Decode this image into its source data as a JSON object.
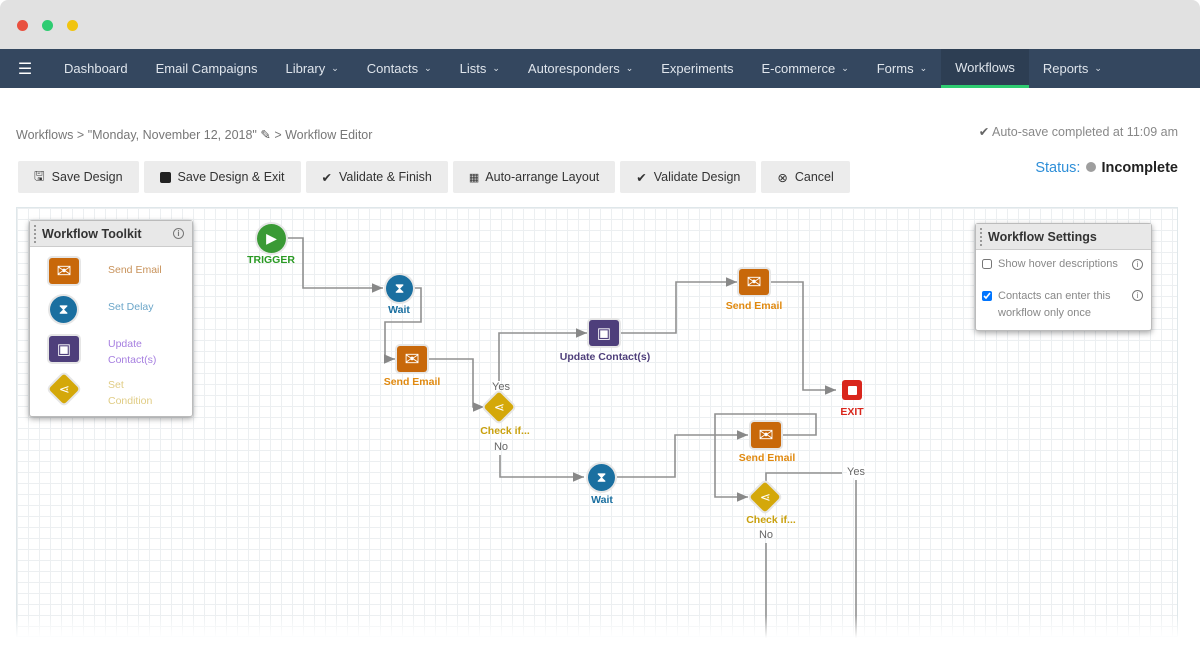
{
  "window": {
    "controls": [
      "close",
      "minimize",
      "maximize"
    ]
  },
  "nav": {
    "items": [
      {
        "label": "Dashboard",
        "dropdown": false
      },
      {
        "label": "Email Campaigns",
        "dropdown": false
      },
      {
        "label": "Library",
        "dropdown": true
      },
      {
        "label": "Contacts",
        "dropdown": true
      },
      {
        "label": "Lists",
        "dropdown": true
      },
      {
        "label": "Autoresponders",
        "dropdown": true
      },
      {
        "label": "Experiments",
        "dropdown": false
      },
      {
        "label": "E-commerce",
        "dropdown": true
      },
      {
        "label": "Forms",
        "dropdown": true
      },
      {
        "label": "Workflows",
        "dropdown": false,
        "active": true
      },
      {
        "label": "Reports",
        "dropdown": true
      }
    ]
  },
  "breadcrumb": {
    "root": "Workflows",
    "sep": ">",
    "name": "\"Monday, November 12, 2018\"",
    "current": "Workflow Editor"
  },
  "autosave": "Auto-save completed at 11:09 am",
  "toolbar": {
    "save": "Save Design",
    "save_exit": "Save Design & Exit",
    "validate_finish": "Validate & Finish",
    "auto_arrange": "Auto-arrange Layout",
    "validate": "Validate Design",
    "cancel": "Cancel"
  },
  "status": {
    "label": "Status:",
    "value": "Incomplete",
    "color": "#9e9e9e"
  },
  "toolkit": {
    "title": "Workflow Toolkit",
    "items": [
      {
        "label": "Send Email",
        "icon": "envelope-icon",
        "color": "#c8680a"
      },
      {
        "label": "Set Delay",
        "icon": "hourglass-icon",
        "color": "#1a6fa0"
      },
      {
        "label": "Update Contact(s)",
        "icon": "contact-card-icon",
        "color": "#4e3f7b"
      },
      {
        "label": "Set Condition",
        "icon": "branch-icon",
        "color": "#d4a80a"
      }
    ]
  },
  "settings": {
    "title": "Workflow Settings",
    "options": [
      {
        "label": "Show hover descriptions",
        "checked": false
      },
      {
        "label": "Contacts can enter this workflow only once",
        "checked": true
      }
    ]
  },
  "workflow": {
    "nodes": {
      "trigger": "TRIGGER",
      "wait1": "Wait",
      "email1": "Send Email",
      "check1": "Check if...",
      "update": "Update Contact(s)",
      "email2": "Send Email",
      "exit": "EXIT",
      "wait2": "Wait",
      "email3": "Send Email",
      "check2": "Check if..."
    },
    "edges": {
      "yes": "Yes",
      "no": "No"
    }
  }
}
